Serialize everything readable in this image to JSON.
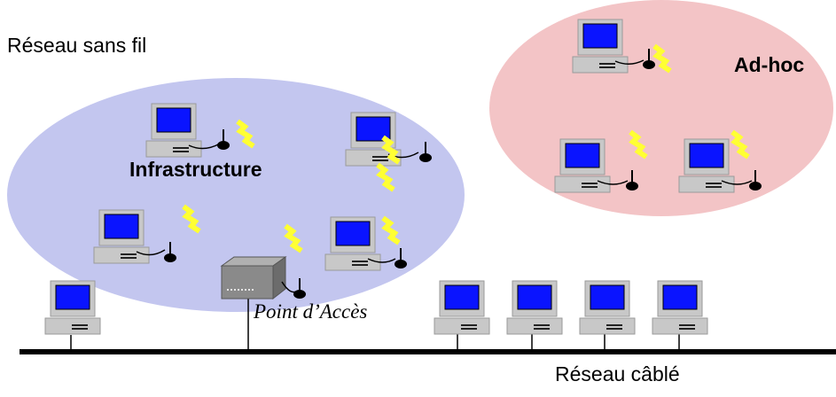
{
  "labels": {
    "wireless_network": "Réseau sans fil",
    "adhoc": "Ad-hoc",
    "infrastructure": "Infrastructure",
    "access_point": "Point d’Accès",
    "wired_network": "Réseau câblé"
  },
  "colors": {
    "infrastructure_zone": "#c3c6ef",
    "adhoc_zone": "#f3c4c6",
    "screen": "#0a14ff",
    "monitor_case": "#c8c8c8",
    "antenna": "#000000",
    "signal": "#ffff33",
    "bus_line": "#000000",
    "access_point_box": "#8a8a8a"
  },
  "icons": {
    "computer": "desktop-computer-icon",
    "antenna": "wireless-antenna-icon",
    "signal": "lightning-signal-icon",
    "access_point": "access-point-icon"
  }
}
